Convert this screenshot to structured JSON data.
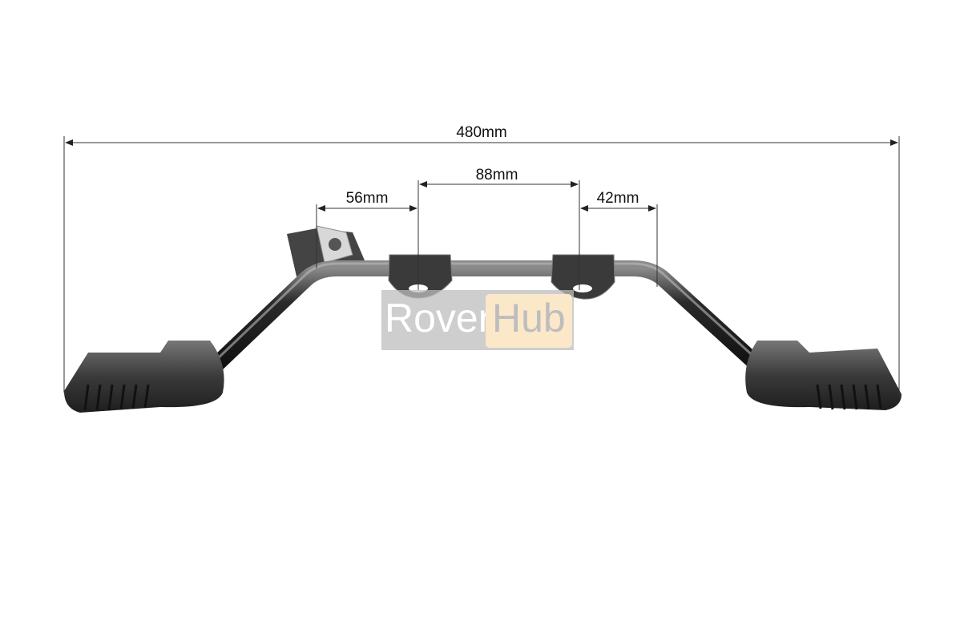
{
  "dimensions": {
    "overall": "480mm",
    "center_span": "88mm",
    "left_offset": "56mm",
    "right_offset": "42mm"
  },
  "watermark": {
    "part1": "Rover",
    "part2": "Hub",
    "accent": "#fde9c8"
  }
}
